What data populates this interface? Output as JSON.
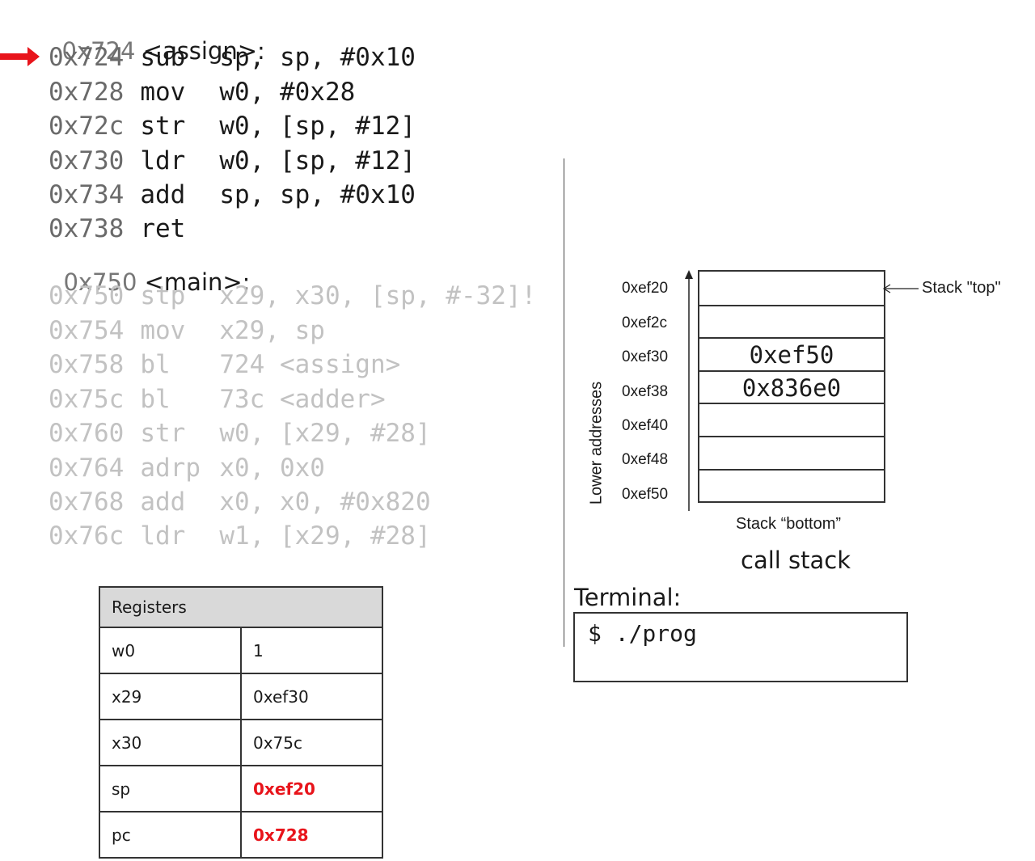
{
  "functions": [
    {
      "header_addr": "0x724",
      "header_name": "<assign>:",
      "dim": false,
      "lines": [
        {
          "addr": "0x724",
          "op": "sub",
          "args": "sp, sp, #0x10",
          "current": true
        },
        {
          "addr": "0x728",
          "op": "mov",
          "args": "w0, #0x28"
        },
        {
          "addr": "0x72c",
          "op": "str",
          "args": "w0, [sp, #12]"
        },
        {
          "addr": "0x730",
          "op": "ldr",
          "args": "w0, [sp, #12]"
        },
        {
          "addr": "0x734",
          "op": "add",
          "args": "sp, sp, #0x10"
        },
        {
          "addr": "0x738",
          "op": "ret",
          "args": ""
        }
      ]
    },
    {
      "header_addr": "0x750",
      "header_name": "<main>:",
      "dim": true,
      "lines": [
        {
          "addr": "0x750",
          "op": "stp",
          "args": "x29, x30, [sp, #-32]!"
        },
        {
          "addr": "0x754",
          "op": "mov",
          "args": "x29, sp"
        },
        {
          "addr": "0x758",
          "op": "bl",
          "args": "724 <assign>"
        },
        {
          "addr": "0x75c",
          "op": "bl",
          "args": "73c <adder>"
        },
        {
          "addr": "0x760",
          "op": "str",
          "args": "w0, [x29, #28]"
        },
        {
          "addr": "0x764",
          "op": "adrp",
          "args": "x0, 0x0"
        },
        {
          "addr": "0x768",
          "op": "add",
          "args": "x0, x0, #0x820"
        },
        {
          "addr": "0x76c",
          "op": "ldr",
          "args": "w1, [x29, #28]"
        }
      ]
    }
  ],
  "registers": {
    "title": "Registers",
    "rows": [
      {
        "name": "w0",
        "value": "1",
        "highlight": false
      },
      {
        "name": "x29",
        "value": "0xef30",
        "highlight": false
      },
      {
        "name": "x30",
        "value": "0x75c",
        "highlight": false
      },
      {
        "name": "sp",
        "value": "0xef20",
        "highlight": true
      },
      {
        "name": "pc",
        "value": "0x728",
        "highlight": true
      }
    ]
  },
  "stack": {
    "axis_label": "Lower addresses",
    "top_label": "Stack \"top\"",
    "bottom_label": "Stack “bottom”",
    "caption": "call stack",
    "slots": [
      {
        "addr": "0xef20",
        "value": ""
      },
      {
        "addr": "0xef2c",
        "value": ""
      },
      {
        "addr": "0xef30",
        "value": "0xef50"
      },
      {
        "addr": "0xef38",
        "value": "0x836e0"
      },
      {
        "addr": "0xef40",
        "value": ""
      },
      {
        "addr": "0xef48",
        "value": ""
      },
      {
        "addr": "0xef50",
        "value": ""
      }
    ]
  },
  "terminal": {
    "title": "Terminal:",
    "text": "$ ./prog"
  },
  "colors": {
    "highlight": "#e8141b",
    "dim_text": "#c2c2c2",
    "header_bg": "#d9d9d9"
  }
}
